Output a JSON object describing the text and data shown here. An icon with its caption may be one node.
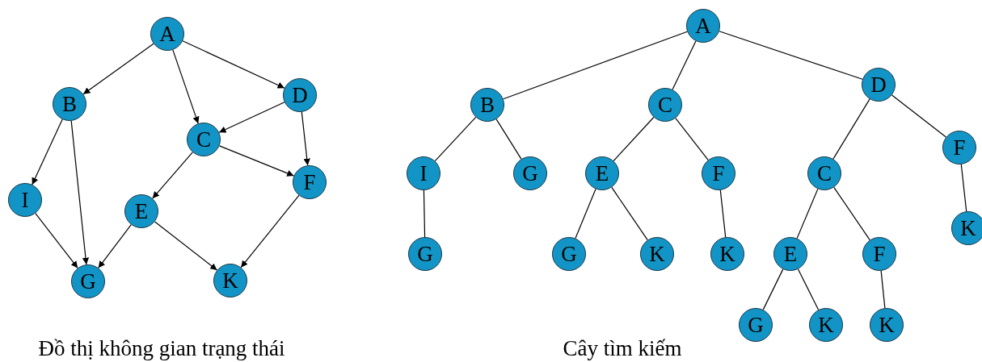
{
  "diagram": {
    "nodes": [
      {
        "text": [
          "A"
        ]
      },
      {
        "text": [
          "B"
        ]
      },
      {
        "text": [
          "D"
        ]
      },
      {
        "text": [
          "C"
        ]
      },
      {
        "text": [
          "I"
        ]
      },
      {
        "text": [
          "E"
        ]
      },
      {
        "text": [
          "F"
        ]
      },
      {
        "text": [
          "G"
        ]
      },
      {
        "text": [
          "K"
        ]
      },
      {
        "text": [
          "A"
        ]
      },
      {
        "text": [
          "B"
        ]
      },
      {
        "text": [
          "C"
        ]
      },
      {
        "text": [
          "D"
        ]
      },
      {
        "text": [
          "I"
        ]
      },
      {
        "text": [
          "G"
        ]
      },
      {
        "text": [
          "E"
        ]
      },
      {
        "text": [
          "F"
        ]
      },
      {
        "text": [
          "C"
        ]
      },
      {
        "text": [
          "F"
        ]
      },
      {
        "text": [
          "G"
        ]
      },
      {
        "text": [
          "G"
        ]
      },
      {
        "text": [
          "K"
        ]
      },
      {
        "text": [
          "K"
        ]
      },
      {
        "text": [
          "E"
        ]
      },
      {
        "text": [
          "F"
        ]
      },
      {
        "text": [
          "K"
        ]
      },
      {
        "text": [
          "G"
        ]
      },
      {
        "text": [
          "K"
        ]
      },
      {
        "text": [
          "K"
        ]
      }
    ],
    "edges": [
      {
        "from": 0,
        "to": 1,
        "arrow": "to"
      },
      {
        "from": 0,
        "to": 3,
        "arrow": "to"
      },
      {
        "from": 0,
        "to": 2,
        "arrow": "to"
      },
      {
        "from": 2,
        "to": 3,
        "arrow": "to"
      },
      {
        "from": 2,
        "to": 6,
        "arrow": "to"
      },
      {
        "from": 1,
        "to": 4,
        "arrow": "to"
      },
      {
        "from": 1,
        "to": 7,
        "arrow": "to"
      },
      {
        "from": 3,
        "to": 6,
        "arrow": "to"
      },
      {
        "from": 3,
        "to": 5,
        "arrow": "to"
      },
      {
        "from": 4,
        "to": 7,
        "arrow": "to"
      },
      {
        "from": 5,
        "to": 7,
        "arrow": "to"
      },
      {
        "from": 5,
        "to": 8,
        "arrow": "to"
      },
      {
        "from": 6,
        "to": 8,
        "arrow": "to"
      },
      {
        "from": 9,
        "to": 10,
        "arrow": "none"
      },
      {
        "from": 9,
        "to": 11,
        "arrow": "none"
      },
      {
        "from": 9,
        "to": 12,
        "arrow": "none"
      },
      {
        "from": 10,
        "to": 13,
        "arrow": "none"
      },
      {
        "from": 10,
        "to": 14,
        "arrow": "none"
      },
      {
        "from": 11,
        "to": 15,
        "arrow": "none"
      },
      {
        "from": 11,
        "to": 16,
        "arrow": "none"
      },
      {
        "from": 12,
        "to": 17,
        "arrow": "none"
      },
      {
        "from": 12,
        "to": 18,
        "arrow": "none"
      },
      {
        "from": 13,
        "to": 19,
        "arrow": "none"
      },
      {
        "from": 15,
        "to": 20,
        "arrow": "none"
      },
      {
        "from": 15,
        "to": 21,
        "arrow": "none"
      },
      {
        "from": 16,
        "to": 22,
        "arrow": "none"
      },
      {
        "from": 17,
        "to": 23,
        "arrow": "none"
      },
      {
        "from": 17,
        "to": 24,
        "arrow": "none"
      },
      {
        "from": 18,
        "to": 25,
        "arrow": "none"
      },
      {
        "from": 23,
        "to": 26,
        "arrow": "none"
      },
      {
        "from": 23,
        "to": 27,
        "arrow": "none"
      },
      {
        "from": 24,
        "to": 28,
        "arrow": "none"
      }
    ],
    "labels": [
      "Đồ thị không gian trạng thái",
      "Cây tìm kiếm"
    ]
  }
}
